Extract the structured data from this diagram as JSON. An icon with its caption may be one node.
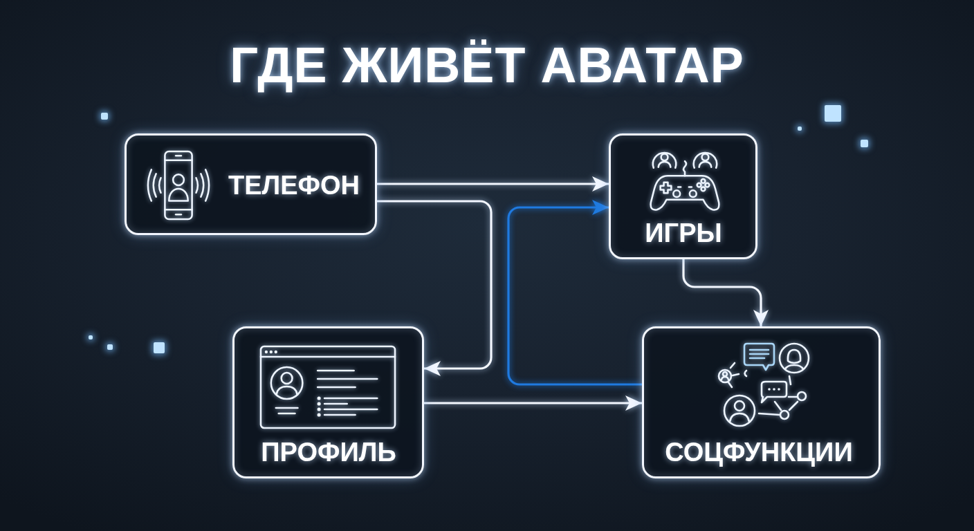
{
  "diagram": {
    "title": "ГДЕ ЖИВЁТ АВАТАР",
    "nodes": [
      {
        "text": [
          "ТЕЛЕФОН"
        ]
      },
      {
        "text": [
          "ИГРЫ"
        ]
      },
      {
        "text": [
          "ПРОФИЛЬ"
        ]
      },
      {
        "text": [
          "СОЦФУНКЦИИ"
        ]
      }
    ],
    "edges": [
      {
        "from": 0,
        "to": 1,
        "arrow": "to"
      },
      {
        "from": 0,
        "to": 2,
        "arrow": "to"
      },
      {
        "from": 3,
        "to": 1,
        "arrow": "to",
        "color": "#1f7ae0"
      },
      {
        "from": 1,
        "to": 3,
        "arrow": "to"
      },
      {
        "from": 2,
        "to": 3,
        "arrow": "to"
      }
    ]
  }
}
